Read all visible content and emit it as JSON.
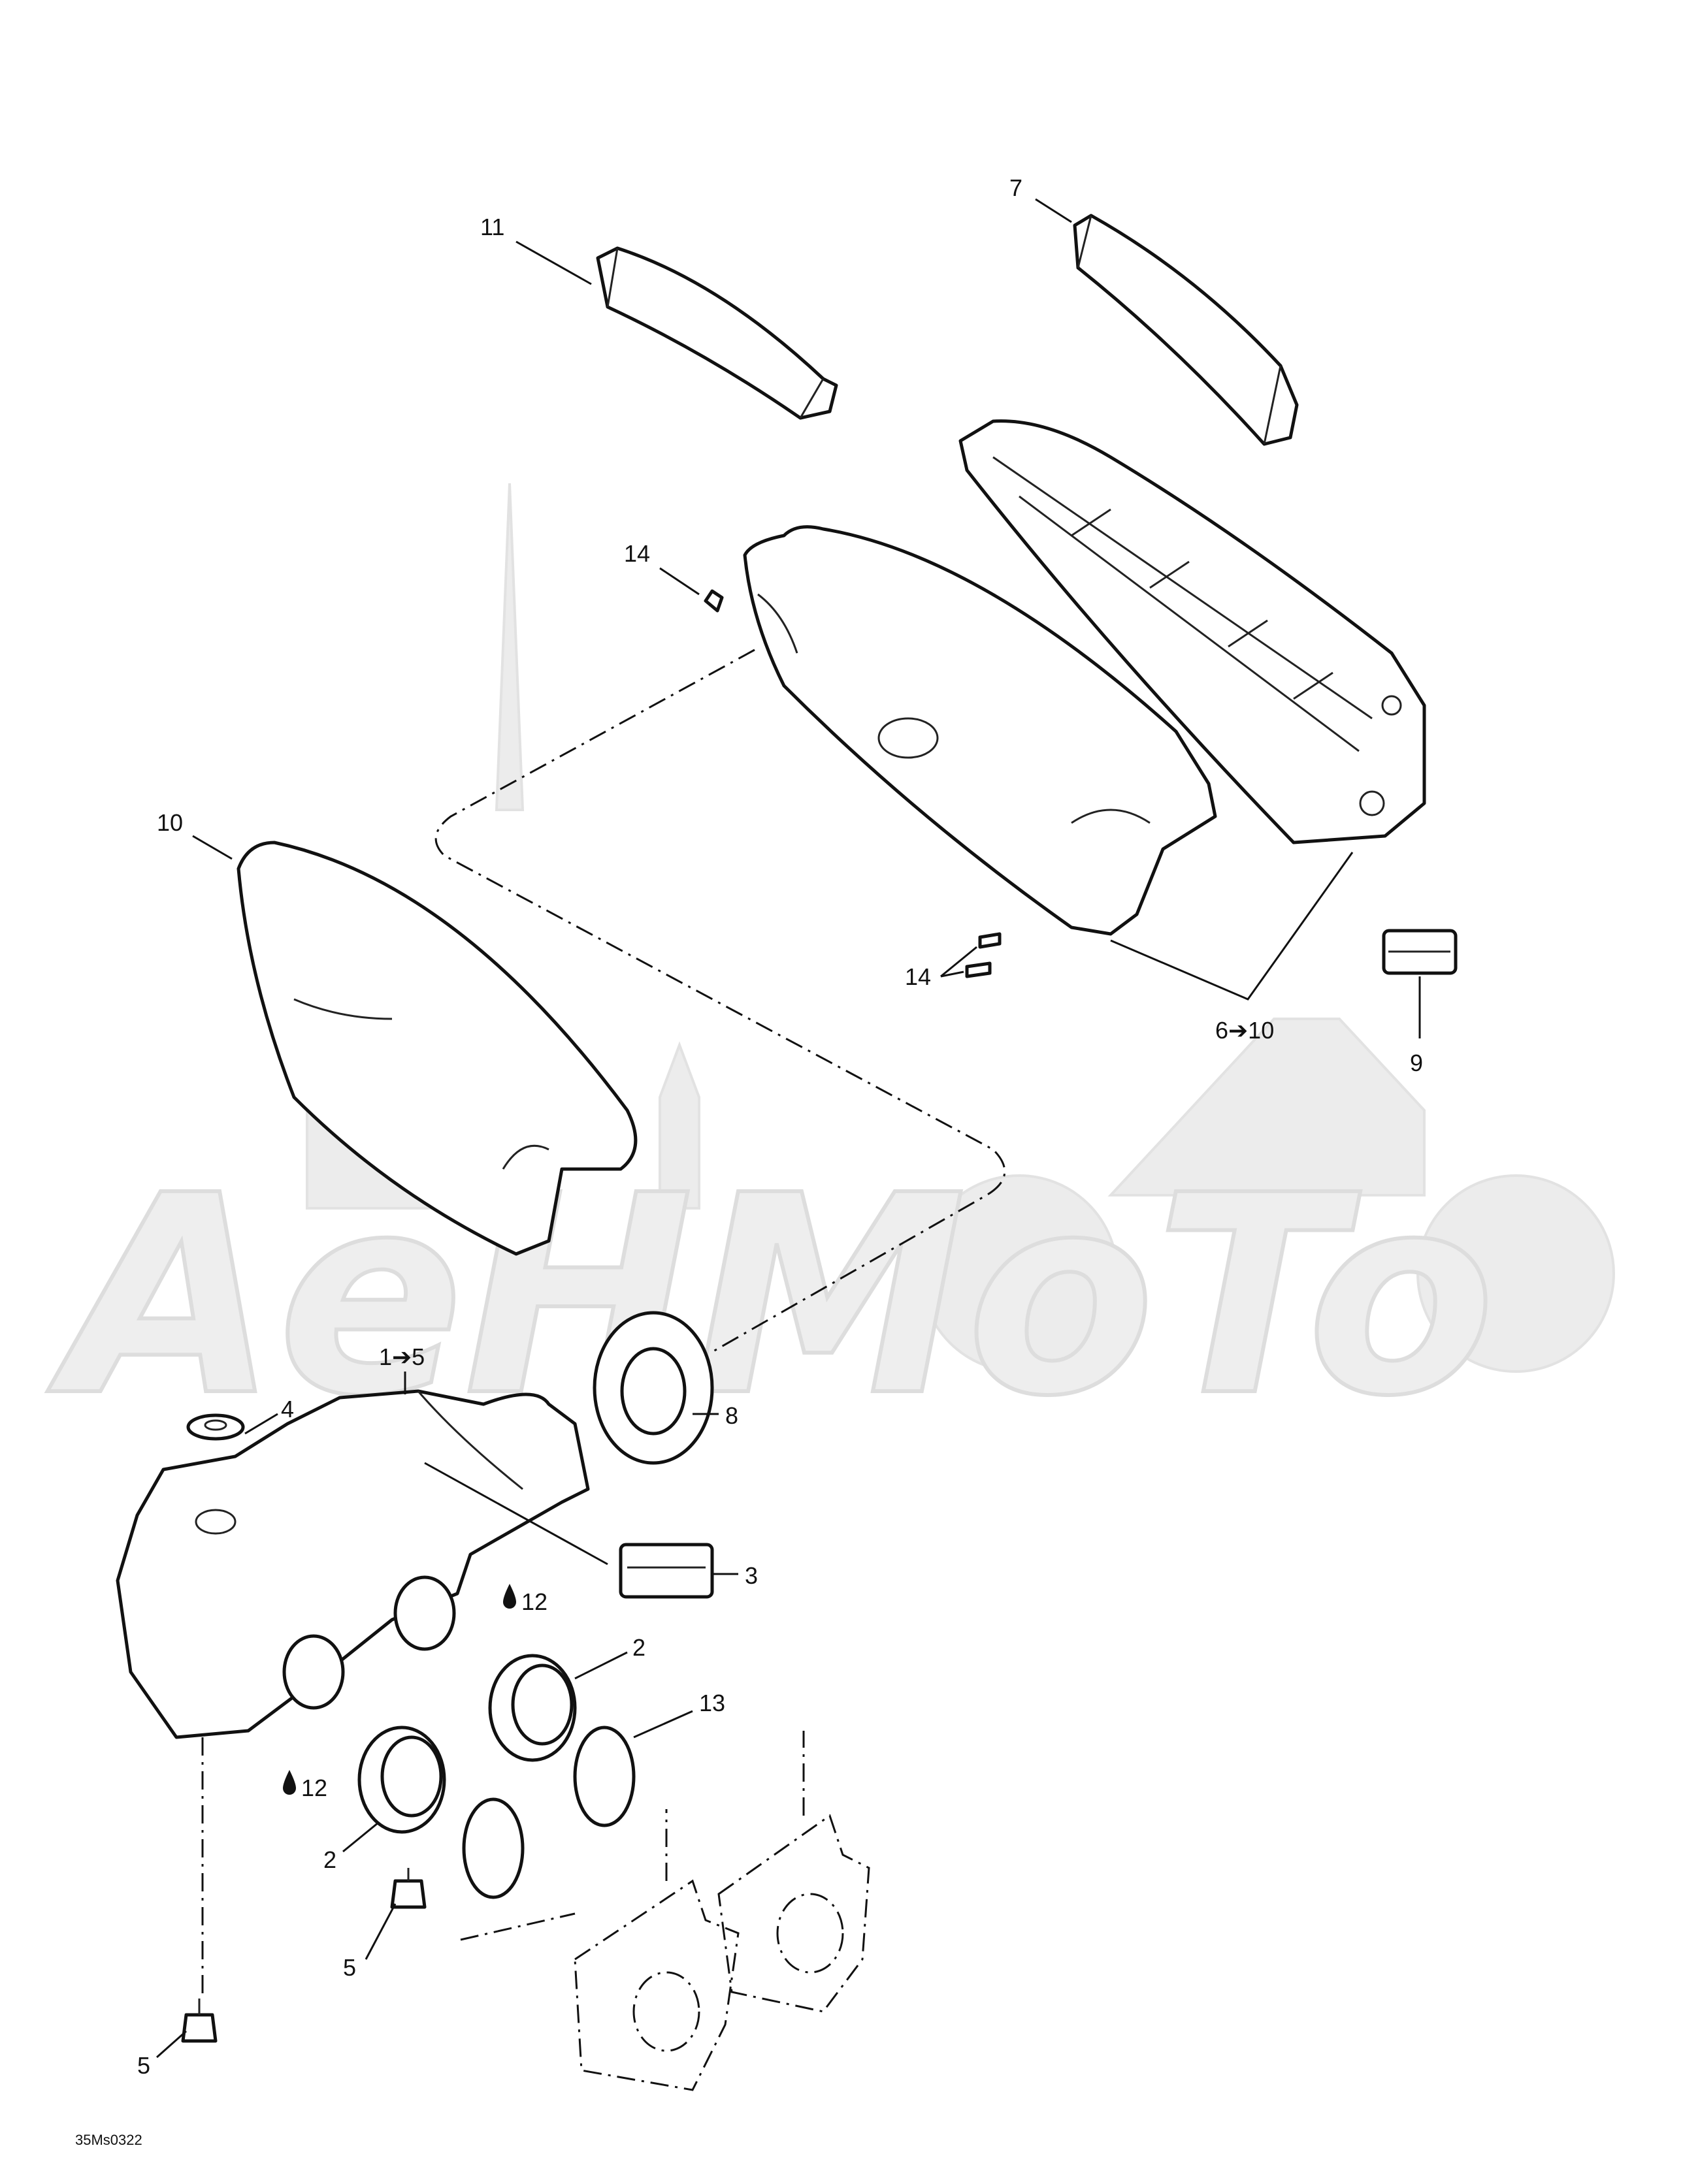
{
  "callouts": {
    "c11": "11",
    "c7": "7",
    "c14a": "14",
    "c10": "10",
    "c14b": "14",
    "c6to10": "6➔10",
    "c9": "9",
    "c1to5": "1➔5",
    "c4": "4",
    "c8": "8",
    "c3": "3",
    "c12a": "12",
    "c12b": "12",
    "c2a": "2",
    "c13": "13",
    "c2b": "2",
    "c5a": "5",
    "c5b": "5"
  },
  "drawing_code": "35Ms0322",
  "watermark_text": "AeHMoTo",
  "icons": {
    "lubricant": "oil-drop-icon",
    "arrow": "right-arrow-icon"
  },
  "colors": {
    "ink": "#111111",
    "watermark": "#ececec",
    "background": "#ffffff"
  }
}
